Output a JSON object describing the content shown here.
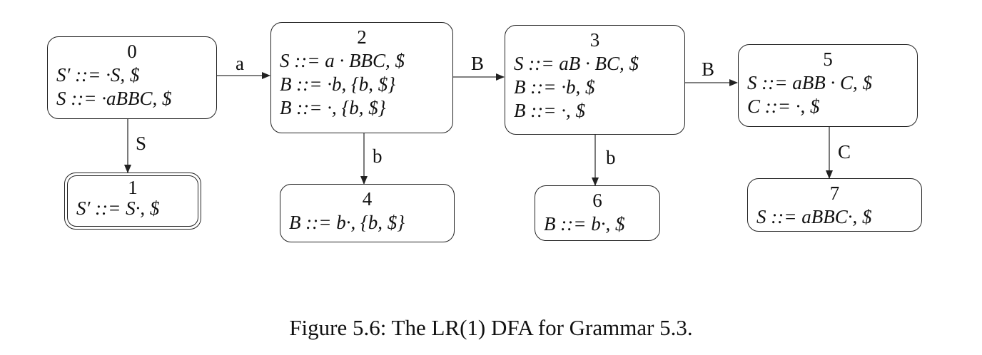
{
  "figure": {
    "caption": "Figure 5.6: The LR(1) DFA for Grammar 5.3.",
    "nodes": [
      {
        "id": "0",
        "items": [
          "S′ ::= ·S, $",
          "S ::= ·aBBC, $"
        ],
        "accepting": false
      },
      {
        "id": "1",
        "items": [
          "S′ ::= S·, $"
        ],
        "accepting": true
      },
      {
        "id": "2",
        "items": [
          "S ::= a · BBC, $",
          "B ::= ·b, {b, $}",
          "B ::= ·, {b, $}"
        ],
        "accepting": false
      },
      {
        "id": "3",
        "items": [
          "S ::= aB · BC, $",
          "B ::= ·b, $",
          "B ::= ·, $"
        ],
        "accepting": false
      },
      {
        "id": "4",
        "items": [
          "B ::= b·, {b, $}"
        ],
        "accepting": false
      },
      {
        "id": "5",
        "items": [
          "S ::= aBB · C, $",
          "C ::= ·, $"
        ],
        "accepting": false
      },
      {
        "id": "6",
        "items": [
          "B ::= b·, $"
        ],
        "accepting": false
      },
      {
        "id": "7",
        "items": [
          "S ::= aBBC·, $"
        ],
        "accepting": false
      }
    ],
    "edges": [
      {
        "from": "0",
        "to": "2",
        "label": "a"
      },
      {
        "from": "0",
        "to": "1",
        "label": "S"
      },
      {
        "from": "2",
        "to": "3",
        "label": "B"
      },
      {
        "from": "2",
        "to": "4",
        "label": "b"
      },
      {
        "from": "3",
        "to": "5",
        "label": "B"
      },
      {
        "from": "3",
        "to": "6",
        "label": "b"
      },
      {
        "from": "5",
        "to": "7",
        "label": "C"
      }
    ]
  }
}
